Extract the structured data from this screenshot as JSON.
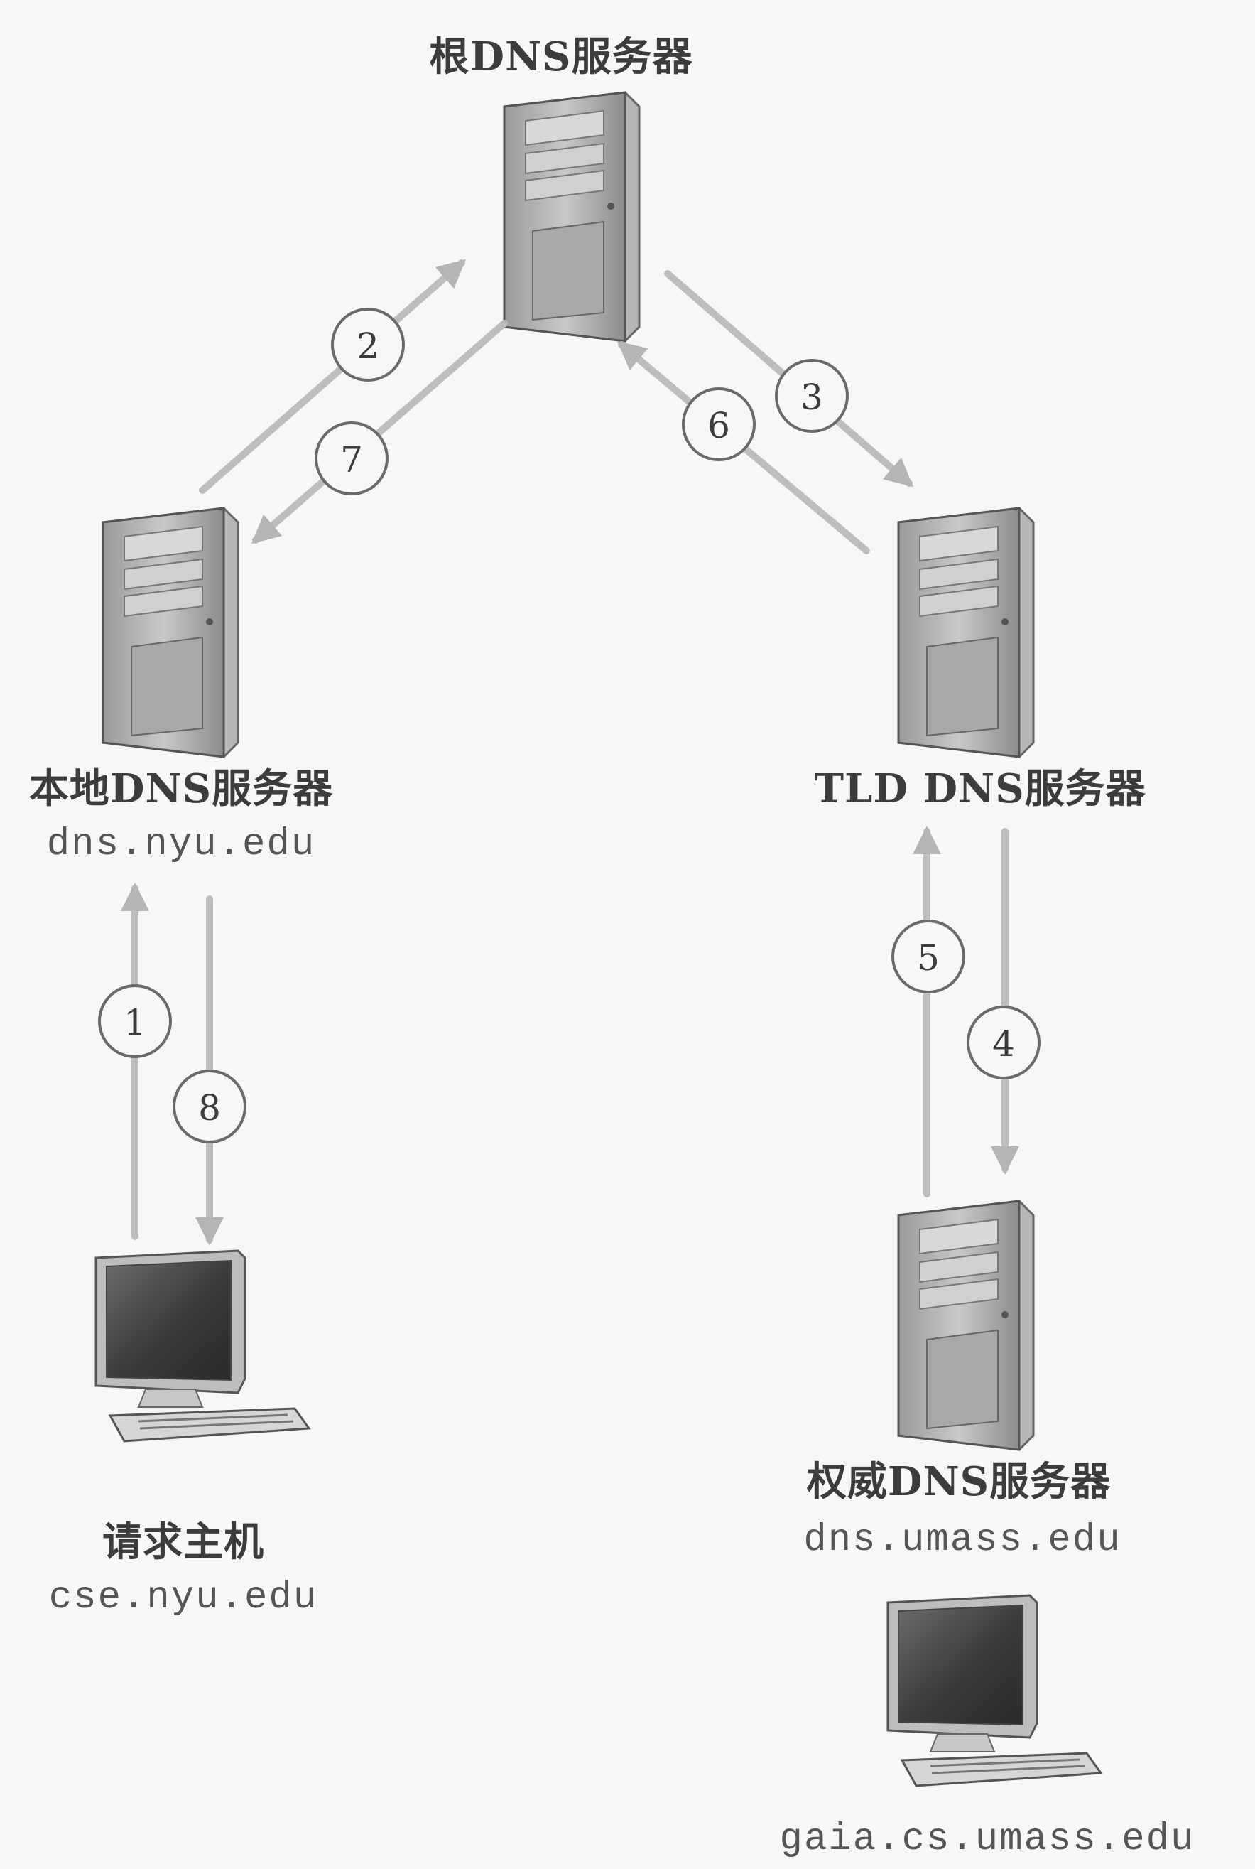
{
  "nodes": {
    "root": {
      "label": "根DNS服务器"
    },
    "local": {
      "label": "本地DNS服务器",
      "host": "dns.nyu.edu"
    },
    "tld": {
      "label": "TLD DNS服务器"
    },
    "auth": {
      "label": "权威DNS服务器",
      "host": "dns.umass.edu"
    },
    "requester": {
      "label": "请求主机",
      "host": "cse.nyu.edu"
    },
    "target": {
      "host": "gaia.cs.umass.edu"
    }
  },
  "steps": [
    "1",
    "2",
    "3",
    "4",
    "5",
    "6",
    "7",
    "8"
  ],
  "colors": {
    "arrow": "#b9b9b9",
    "circle_stroke": "#6a6a6a",
    "text": "#3c3c3c"
  }
}
